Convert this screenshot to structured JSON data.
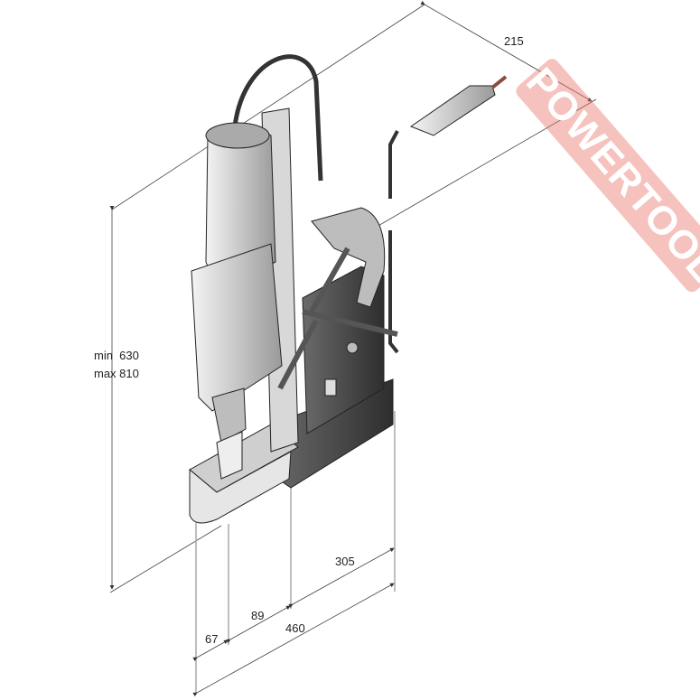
{
  "dimensions": {
    "depth": "215",
    "height_min": "min  630",
    "height_max": "max 810",
    "d305": "305",
    "d89": "89",
    "d460": "460",
    "d67": "67"
  },
  "watermark": "POWERTOOL",
  "colors": {
    "line": "#333333",
    "body": "#d9d9d9",
    "dark": "#555555",
    "watermark": "#ec786e"
  }
}
